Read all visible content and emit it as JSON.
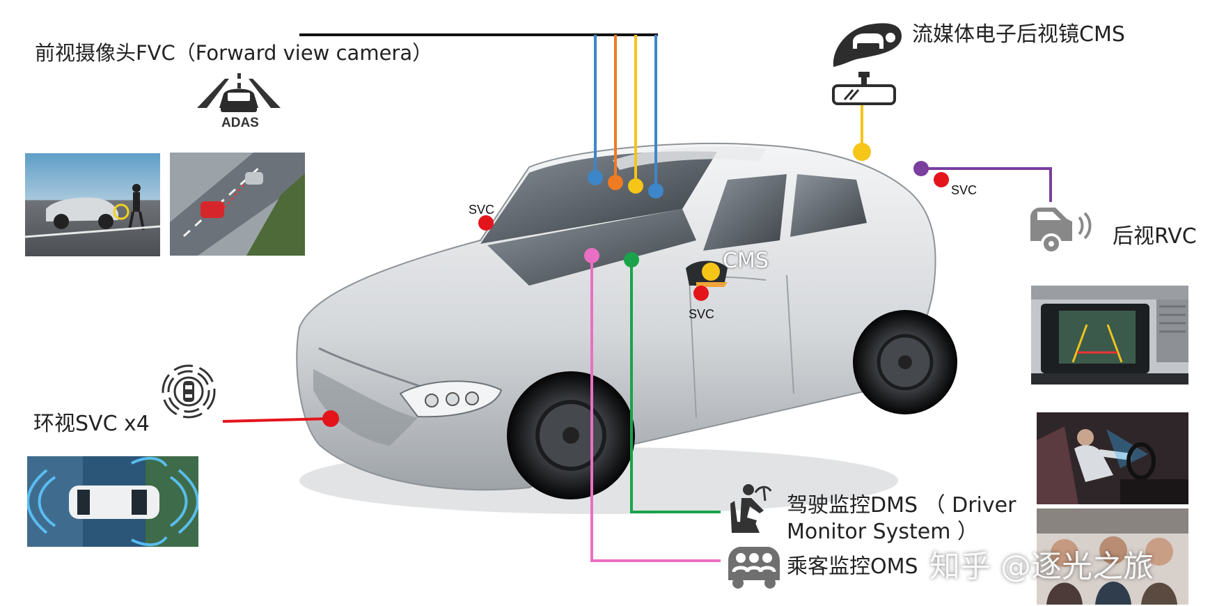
{
  "labels": {
    "fvc": "前视摄像头FVC（Forward view camera）",
    "adas": "ADAS",
    "cms_top": "流媒体电子后视镜CMS",
    "rvc": "后视RVC",
    "svc_x4": "环视SVC x4",
    "dms_line1": "驾驶监控DMS （ Driver",
    "dms_line2": "Monitor System ）",
    "oms": "乘客监控OMS",
    "cms_mirror": "CMS",
    "svc_a": "SVC",
    "svc_b": "SVC",
    "svc_c": "SVC"
  },
  "watermark": "知乎 @逐光之旅",
  "icons": [
    "adas-icon",
    "cms-mirror-icon",
    "rearview-mirror-icon",
    "rear-camera-car-icon",
    "surround-view-icon",
    "driver-monitor-icon",
    "passengers-icon"
  ],
  "colors": {
    "blue": "#3d86c9",
    "orange": "#ef7b22",
    "yellow": "#f5c518",
    "green": "#1aa34a",
    "pink": "#ea6fc3",
    "purple": "#7a3e9d",
    "red": "#e4141b"
  }
}
